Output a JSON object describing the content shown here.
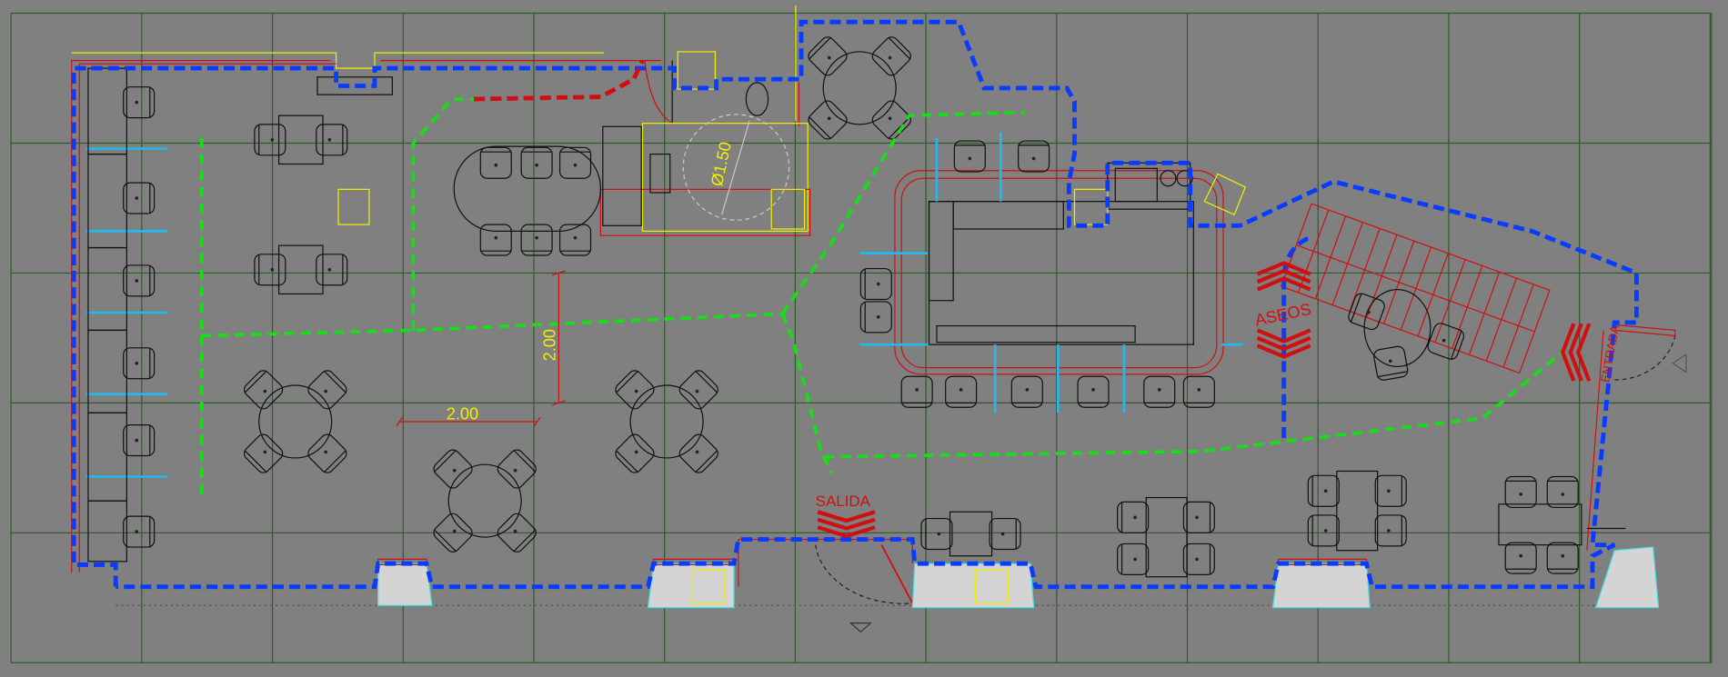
{
  "drawing": {
    "type": "restaurant floor plan (CAD)",
    "labels": {
      "turning_circle": "Ø1.50",
      "dimension_vertical": "2.00",
      "dimension_horizontal": "2.00",
      "exit": "SALIDA",
      "toilets": "ASEOS",
      "entrance": "ENTRADA"
    },
    "colors": {
      "background": "#808080",
      "grid": "#2f5a2a",
      "accessible_route": "#0a3cff",
      "evacuation_route": "#14e014",
      "walls_signs": "#d01010",
      "dimensions": "#f0f000",
      "clearance_lines": "#22b8f0"
    }
  }
}
